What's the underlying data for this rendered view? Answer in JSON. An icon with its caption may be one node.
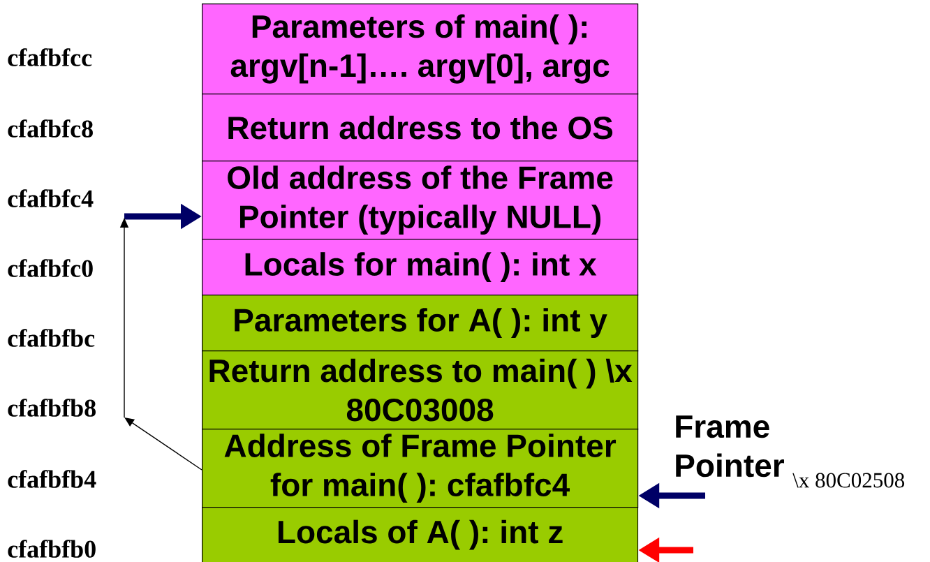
{
  "diagram": {
    "nodes": [
      {
        "text": [
          "Parameters of main( ): argv[n-1]…. argv[0], argc"
        ]
      },
      {
        "text": [
          "Return address to the OS"
        ]
      },
      {
        "text": [
          "Old address of the Frame Pointer (typically NULL)"
        ]
      },
      {
        "text": [
          "Locals for main( ): int x"
        ]
      },
      {
        "text": [
          "Parameters for A( ): int y"
        ]
      },
      {
        "text": [
          "Return address to main( ) \\x 80C03008"
        ]
      },
      {
        "text": [
          "Address of Frame Pointer for main( ): cfafbfc4"
        ]
      },
      {
        "text": [
          "Locals of A( ): int z"
        ]
      },
      {
        "text": [
          "Frame Pointer"
        ]
      }
    ],
    "edges": [
      {
        "from": null,
        "to": 2,
        "arrow": "to",
        "color": "#000066"
      },
      {
        "from": 6,
        "to": null,
        "arrow": "to",
        "color": "#000000"
      },
      {
        "from": 8,
        "to": 6,
        "arrow": "to",
        "color": "#000066"
      },
      {
        "from": null,
        "to": 7,
        "arrow": "to",
        "color": "#ff0000"
      }
    ],
    "labels": [
      "cfafbfcc",
      "cfafbfc8",
      "cfafbfc4",
      "cfafbfc0",
      "cfafbfbc",
      "cfafbfb8",
      "cfafbfb4",
      "cfafbfb0",
      "\\x 80C02508"
    ]
  }
}
